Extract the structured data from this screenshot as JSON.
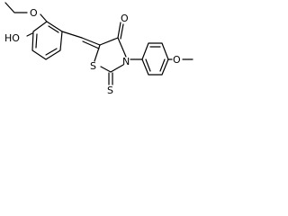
{
  "structure": {
    "atoms": {
      "hydroxyl": "HO",
      "ethoxy_oxygen": "O",
      "ring_sulfur": "S",
      "thione_sulfur": "S",
      "ring_nitrogen": "N",
      "carbonyl_oxygen": "O",
      "methoxy_oxygen": "O"
    },
    "colors": {
      "ink": "#000000",
      "background": "#ffffff"
    }
  }
}
